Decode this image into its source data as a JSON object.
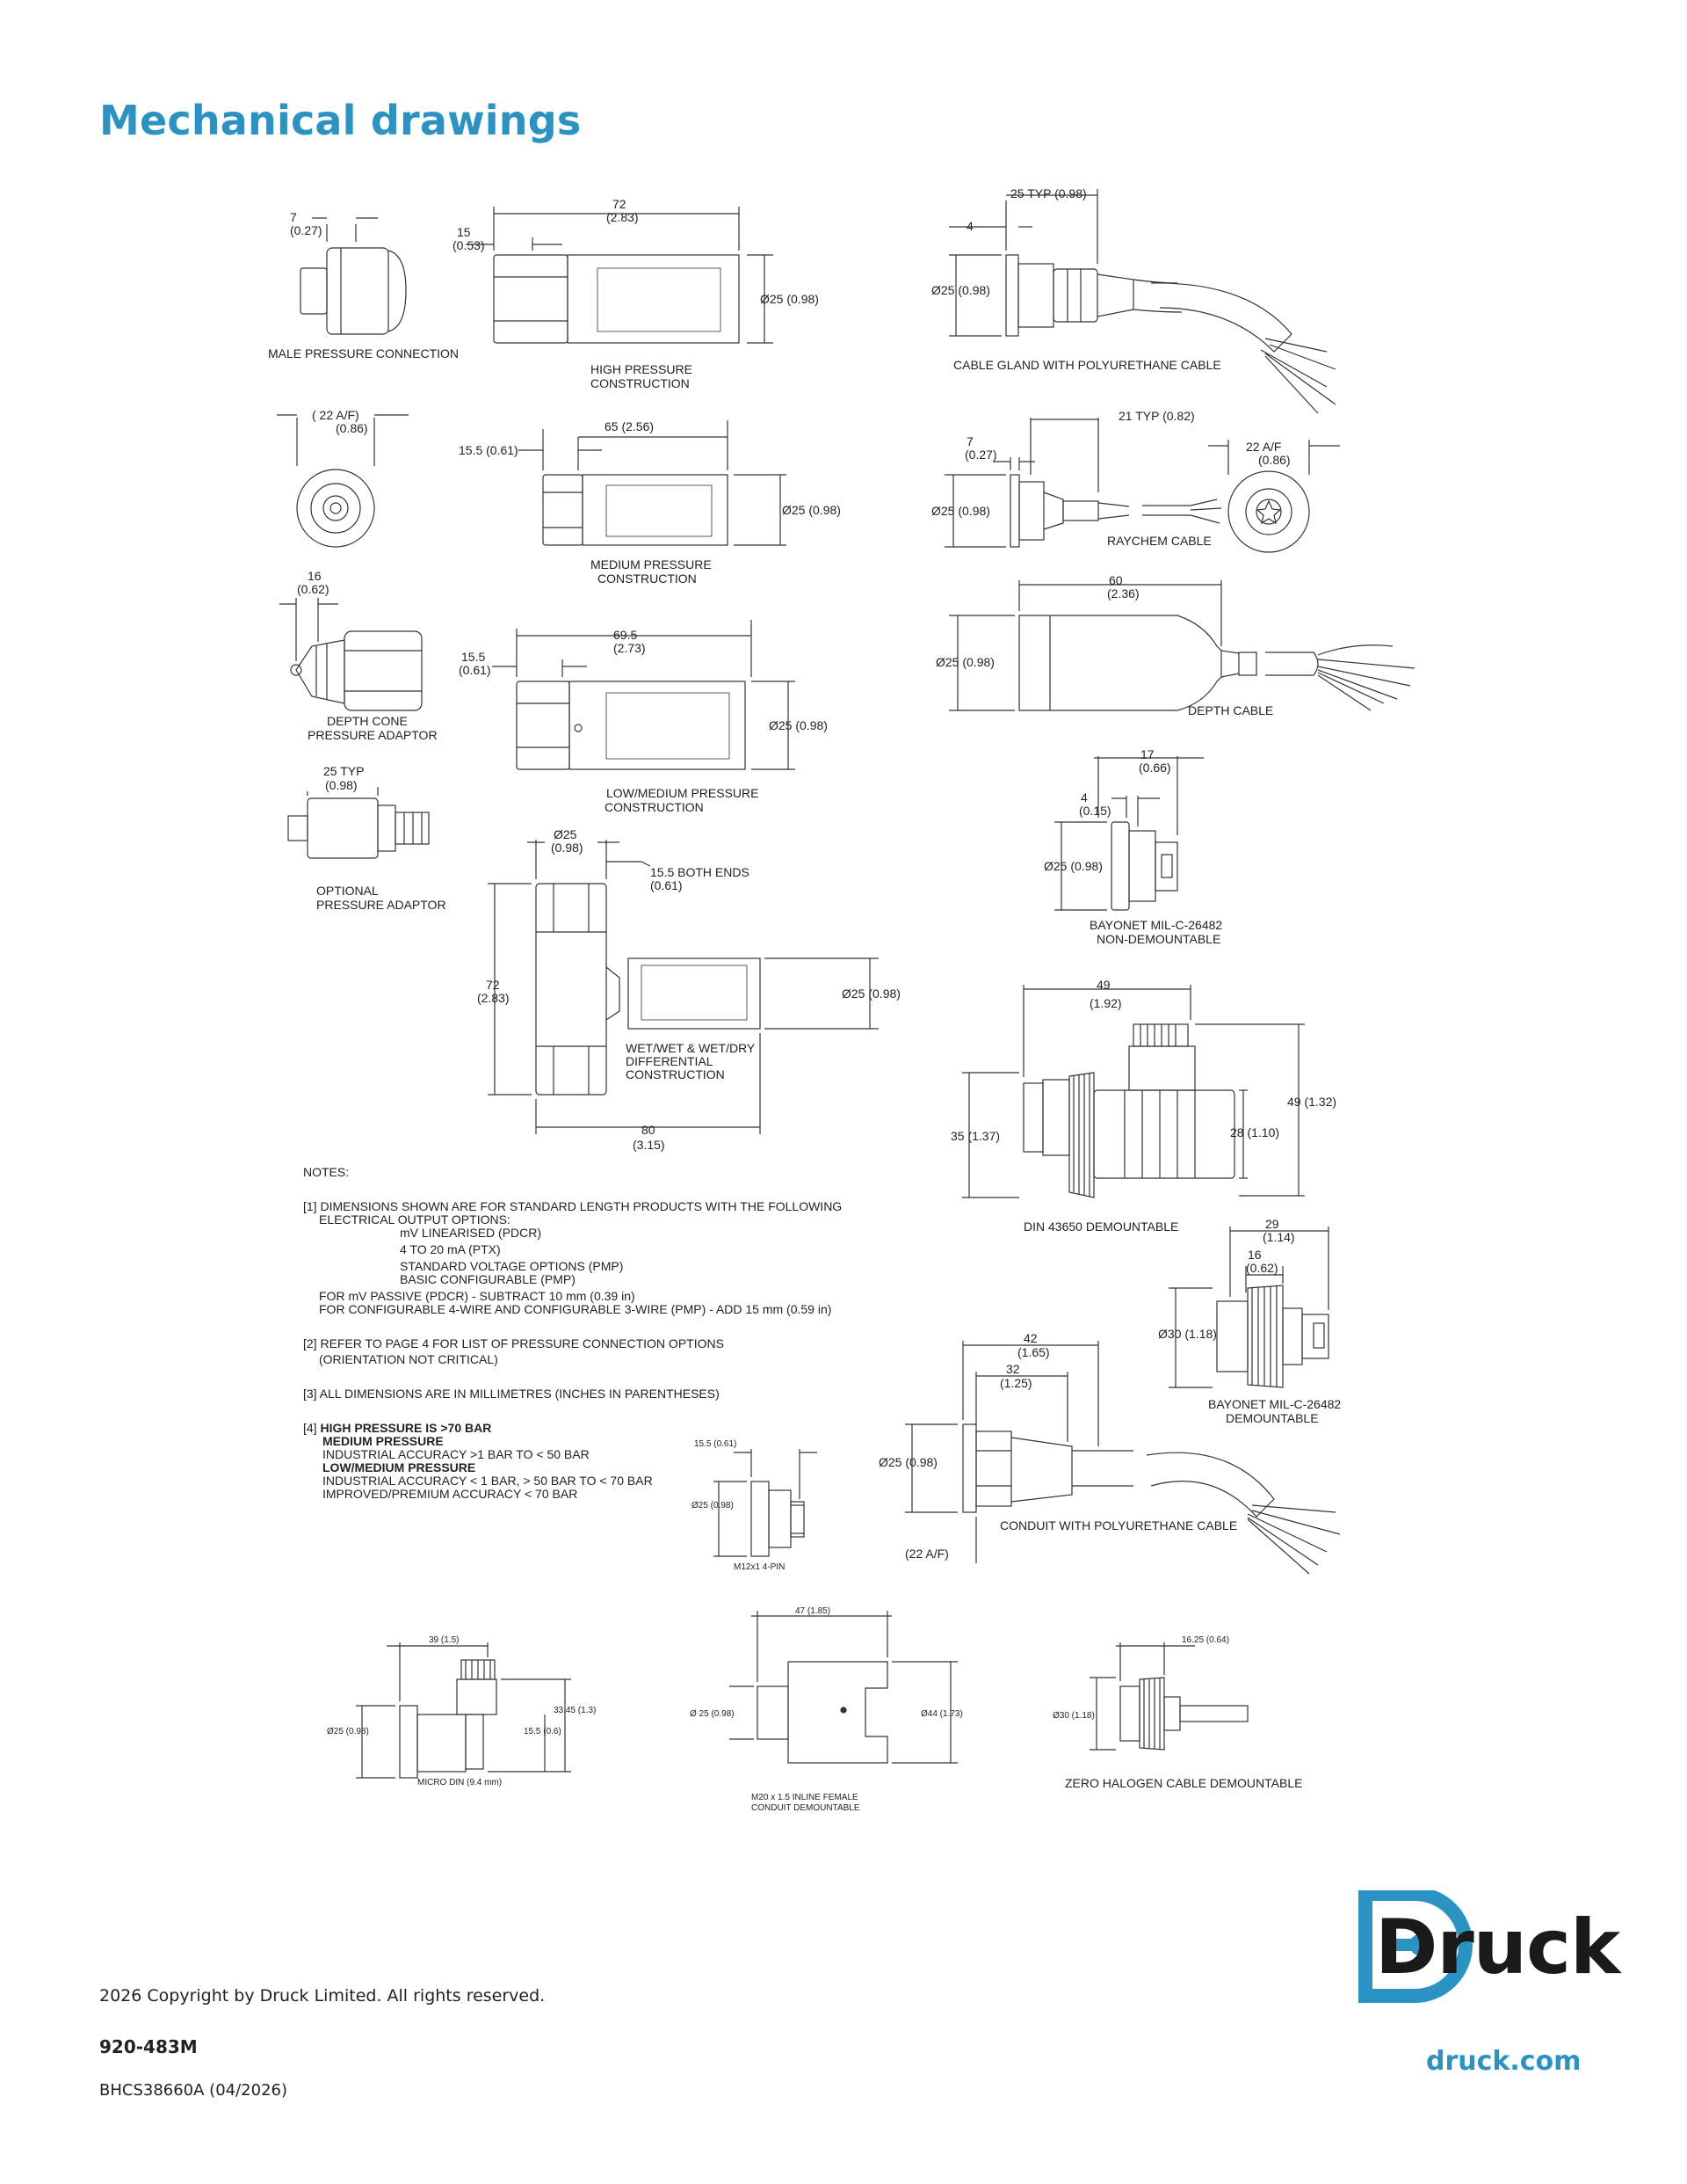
{
  "page": {
    "title": "Mechanical drawings"
  },
  "drawings": {
    "male_pressure": {
      "caption": "MALE PRESSURE CONNECTION",
      "dim_a": "7",
      "dim_a_in": "(0.27)"
    },
    "high_pressure": {
      "caption_1": "HIGH PRESSURE",
      "caption_2": "CONSTRUCTION",
      "len": "72",
      "len_in": "(2.83)",
      "off": "15",
      "off_in": "(0.53)",
      "dia": "Ø25 (0.98)"
    },
    "cable_gland": {
      "caption": "CABLE GLAND WITH POLYURETHANE CABLE",
      "typ": "25 TYP (0.98)",
      "d4": "4",
      "dia": "Ø25 (0.98)"
    },
    "af22": {
      "dim": "( 22  A/F)",
      "dim_in": "(0.86)"
    },
    "medium_pressure": {
      "caption_1": "MEDIUM PRESSURE",
      "caption_2": "CONSTRUCTION",
      "len": "65 (2.56)",
      "off": "15.5 (0.61)",
      "dia": "Ø25 (0.98)"
    },
    "raychem": {
      "caption": "RAYCHEM CABLE",
      "typ": "21  TYP (0.82)",
      "d7": "7",
      "d7_in": "(0.27)",
      "dia": "Ø25 (0.98)",
      "af": "22  A/F",
      "af_in": "(0.86)"
    },
    "depth_cone": {
      "caption_1": "DEPTH CONE",
      "caption_2": "PRESSURE ADAPTOR",
      "dim": "16",
      "dim_in": "(0.62)"
    },
    "depth_cable": {
      "caption": "DEPTH CABLE",
      "len": "60",
      "len_in": "(2.36)",
      "dia": "Ø25 (0.98)"
    },
    "low_medium": {
      "caption_1": "LOW/MEDIUM PRESSURE",
      "caption_2": "CONSTRUCTION",
      "len": "69.5",
      "len_in": "(2.73)",
      "off": "15.5",
      "off_in": "(0.61)",
      "dia": "Ø25 (0.98)"
    },
    "optional_adaptor": {
      "caption_1": "OPTIONAL",
      "caption_2": "PRESSURE ADAPTOR",
      "typ": "25  TYP",
      "typ_in": "(0.98)"
    },
    "bayonet_non": {
      "caption_1": "BAYONET MIL-C-26482",
      "caption_2": "NON-DEMOUNTABLE",
      "d17": "17",
      "d17_in": "(0.66)",
      "d4": "4",
      "d4_in": "(0.15)",
      "dia": "Ø25 (0.98)"
    },
    "wetwet": {
      "caption_1": "WET/WET & WET/DRY",
      "caption_2": "DIFFERENTIAL",
      "caption_3": "CONSTRUCTION",
      "dia_top": "Ø25",
      "dia_top_in": "(0.98)",
      "both": "15.5 BOTH ENDS",
      "both_in": "(0.61)",
      "h": "72",
      "h_in": "(2.83)",
      "dia": "Ø25  (0.98)",
      "len": "80",
      "len_in": "(3.15)"
    },
    "din43650": {
      "caption": "DIN 43650 DEMOUNTABLE",
      "w": "49",
      "w_in": "(1.92)",
      "h": "49  (1.32)",
      "d35": "35 (1.37)",
      "d28": "28 (1.10)"
    },
    "bayonet_dem": {
      "caption_1": "BAYONET MIL-C-26482",
      "caption_2": "DEMOUNTABLE",
      "d29": "29",
      "d29_in": "(1.14)",
      "d16": "16",
      "d16_in": "(0.62)",
      "dia": "Ø30  (1.18)"
    },
    "conduit": {
      "caption": "CONDUIT WITH POLYURETHANE CABLE",
      "d42": "42",
      "d42_in": "(1.65)",
      "d32": "32",
      "d32_in": "(1.25)",
      "dia": "Ø25 (0.98)",
      "af": "(22 A/F)"
    },
    "m12": {
      "caption": "M12x1 4-PIN",
      "off": "15.5 (0.61)",
      "dia": "Ø25 (0.98)"
    },
    "micro_din": {
      "caption": "MICRO DIN (9.4 mm)",
      "w": "39 (1.5)",
      "h": "33.45 (1.3)",
      "d15": "15.5 (0.6)",
      "dia": "Ø25 (0.98)"
    },
    "m20": {
      "caption_1": "M20 x 1.5 INLINE FEMALE",
      "caption_2": "CONDUIT DEMOUNTABLE",
      "w": "47 (1.85)",
      "dia": "Ø 25 (0.98)",
      "dia44": "Ø44 (1.73)"
    },
    "zero_halogen": {
      "caption": "ZERO HALOGEN CABLE DEMOUNTABLE",
      "w": "16.25 (0.64)",
      "dia": "Ø30 (1.18)"
    }
  },
  "notes": {
    "heading": "NOTES:",
    "n1_a": "[1] DIMENSIONS SHOWN ARE FOR STANDARD LENGTH PRODUCTS WITH THE FOLLOWING",
    "n1_b": "ELECTRICAL OUTPUT OPTIONS:",
    "n1_c": "mV LINEARISED (PDCR)",
    "n1_d": "4 TO 20 mA (PTX)",
    "n1_e": "STANDARD VOLTAGE OPTIONS (PMP)",
    "n1_f": "BASIC CONFIGURABLE (PMP)",
    "n1_g": "FOR mV PASSIVE (PDCR) - SUBTRACT 10 mm (0.39 in)",
    "n1_h": "FOR CONFIGURABLE 4-WIRE AND CONFIGURABLE 3-WIRE (PMP) - ADD 15 mm (0.59 in)",
    "n2_a": "[2] REFER TO PAGE 4 FOR LIST OF PRESSURE CONNECTION OPTIONS",
    "n2_b": "(ORIENTATION NOT CRITICAL)",
    "n3": "[3] ALL DIMENSIONS ARE IN MILLIMETRES (INCHES IN PARENTHESES)",
    "n4_prefix": "[4] ",
    "n4_a": "HIGH PRESSURE IS >70 BAR",
    "n4_b": "MEDIUM PRESSURE",
    "n4_c": "INDUSTRIAL ACCURACY  >1 BAR TO < 50 BAR",
    "n4_d": "LOW/MEDIUM PRESSURE",
    "n4_e": "INDUSTRIAL ACCURACY  < 1 BAR, > 50 BAR TO < 70 BAR",
    "n4_f": "IMPROVED/PREMIUM ACCURACY  < 70 BAR"
  },
  "footer": {
    "copyright": "2026 Copyright by Druck Limited. All rights reserved.",
    "doc_number": "920-483M",
    "ref": "BHCS38660A   (04/2026)",
    "brand": "Druck",
    "url": "druck.com"
  },
  "colors": {
    "accent": "#2a93c4",
    "ink": "#1a1a1a"
  }
}
